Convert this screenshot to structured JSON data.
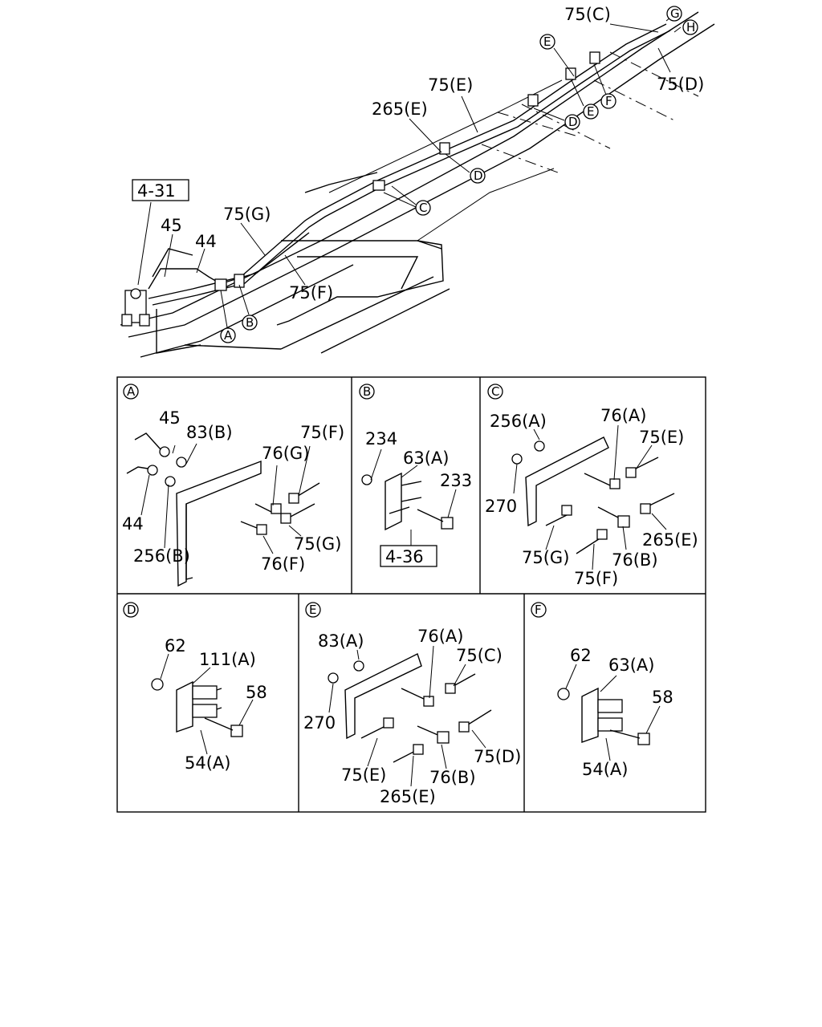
{
  "main": {
    "ref_box": "4-31",
    "labels": {
      "l75c": "75(C)",
      "l75d": "75(D)",
      "l75e": "75(E)",
      "l265e": "265(E)",
      "l75g": "75(G)",
      "l75f": "75(F)",
      "l45": "45",
      "l44": "44"
    },
    "circles": {
      "G": "G",
      "H": "H",
      "E1": "E",
      "E2": "E",
      "F": "F",
      "D1": "D",
      "D2": "D",
      "C": "C",
      "A": "A",
      "B": "B"
    }
  },
  "panels": {
    "A": {
      "letter": "A",
      "labels": {
        "p45": "45",
        "p83b": "83(B)",
        "p75f": "75(F)",
        "p76g": "76(G)",
        "p44": "44",
        "p256b": "256(B)",
        "p75g": "75(G)",
        "p76f": "76(F)"
      }
    },
    "B": {
      "letter": "B",
      "ref_box": "4-36",
      "labels": {
        "p234": "234",
        "p63a": "63(A)",
        "p233": "233"
      }
    },
    "C": {
      "letter": "C",
      "labels": {
        "p256a": "256(A)",
        "p76a": "76(A)",
        "p75e": "75(E)",
        "p270": "270",
        "p265e": "265(E)",
        "p75g": "75(G)",
        "p76b": "76(B)",
        "p75f": "75(F)"
      }
    },
    "D": {
      "letter": "D",
      "labels": {
        "p62": "62",
        "p111a": "111(A)",
        "p58": "58",
        "p54a": "54(A)"
      }
    },
    "E": {
      "letter": "E",
      "labels": {
        "p83a": "83(A)",
        "p76a": "76(A)",
        "p75c": "75(C)",
        "p270": "270",
        "p75d": "75(D)",
        "p75e": "75(E)",
        "p76b": "76(B)",
        "p265e": "265(E)"
      }
    },
    "F": {
      "letter": "F",
      "labels": {
        "p62": "62",
        "p63a": "63(A)",
        "p58": "58",
        "p54a": "54(A)"
      }
    }
  }
}
